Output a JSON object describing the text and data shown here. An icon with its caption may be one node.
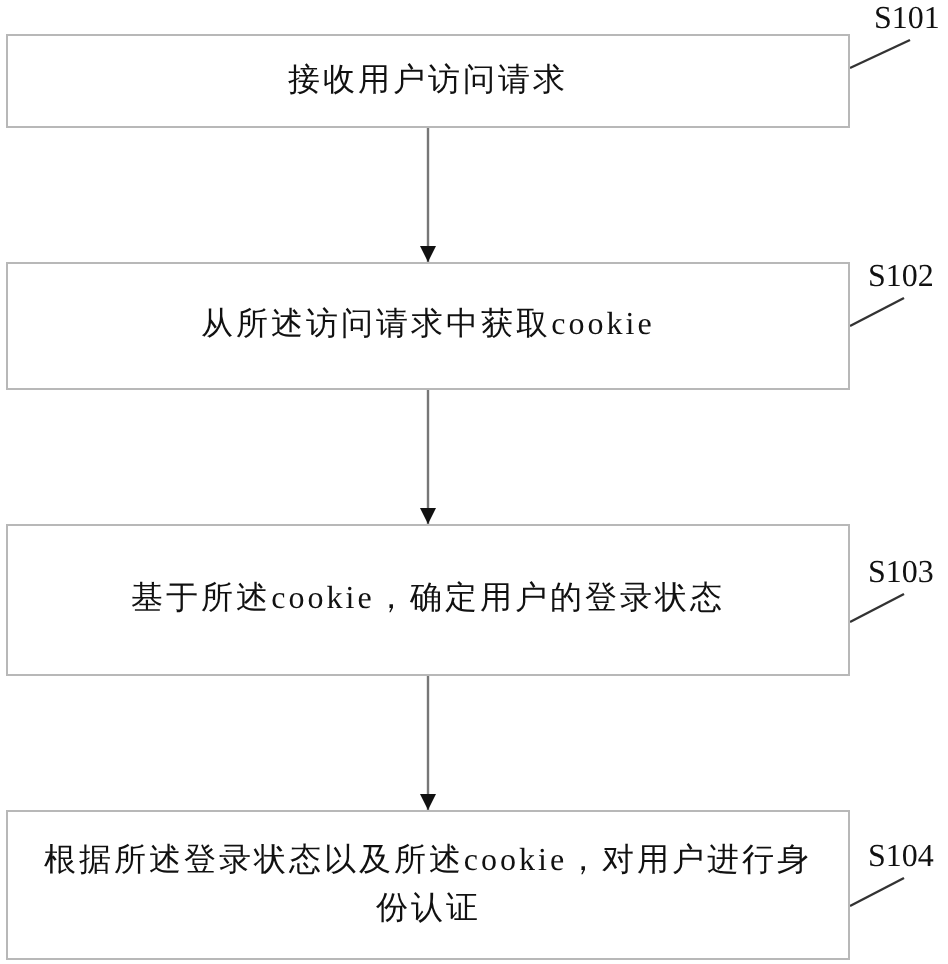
{
  "diagram": {
    "nodes": [
      {
        "text": [
          "接收用户访问请求"
        ]
      },
      {
        "text": [
          "从所述访问请求中获取cookie"
        ]
      },
      {
        "text": [
          "基于所述cookie，确定用户的登录状态"
        ]
      },
      {
        "text": [
          "根据所述登录状态以及所述cookie，对用户进行身份认证"
        ]
      },
      {
        "text": [
          "S101"
        ]
      },
      {
        "text": [
          "S102"
        ]
      },
      {
        "text": [
          "S103"
        ]
      },
      {
        "text": [
          "S104"
        ]
      }
    ],
    "edges": [
      {
        "from": 0,
        "to": 1,
        "arrow": "to"
      },
      {
        "from": 1,
        "to": 2,
        "arrow": "to"
      },
      {
        "from": 2,
        "to": 3,
        "arrow": "to"
      },
      {
        "from": 4,
        "to": 0,
        "arrow": "none"
      },
      {
        "from": 5,
        "to": 1,
        "arrow": "none"
      },
      {
        "from": 6,
        "to": 2,
        "arrow": "none"
      },
      {
        "from": 7,
        "to": 3,
        "arrow": "none"
      }
    ]
  }
}
